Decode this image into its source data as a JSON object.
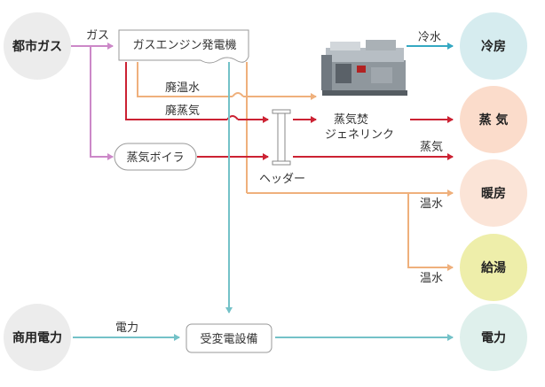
{
  "sources": {
    "city_gas": "都市ガス",
    "commercial_power": "商用電力"
  },
  "equipment": {
    "gas_engine": "ガスエンジン発電機",
    "steam_boiler": "蒸気ボイラ",
    "header": "ヘッダー",
    "substation": "受変電設備",
    "chiller_line1": "蒸気焚",
    "chiller_line2": "ジェネリンク",
    "chiller_image": "steam-fired-absorption-chiller-photo"
  },
  "flows": {
    "gas": "ガス",
    "waste_hot_water": "廃温水",
    "waste_steam": "廃蒸気",
    "chilled_water": "冷水",
    "steam": "蒸気",
    "hot_water_heating": "温水",
    "hot_water_supply": "温水",
    "electricity": "電力"
  },
  "outputs": {
    "cooling": "冷房",
    "steam": "蒸 気",
    "heating": "暖房",
    "hot_water": "給湯",
    "electricity": "電力"
  },
  "colors": {
    "gas": "#cc88c8",
    "steam": "#cc2233",
    "waste_hot_water": "#efb07c",
    "chilled_water": "#35a8c2",
    "electricity": "#74c2c8",
    "source_circle": "#ececec",
    "cooling_circle": "#d6ecef",
    "steam_circle": "#fbdccb",
    "heating_circle": "#fbe4d7",
    "hot_water_circle": "#eeeeaa",
    "electricity_circle": "#dff0ec"
  }
}
